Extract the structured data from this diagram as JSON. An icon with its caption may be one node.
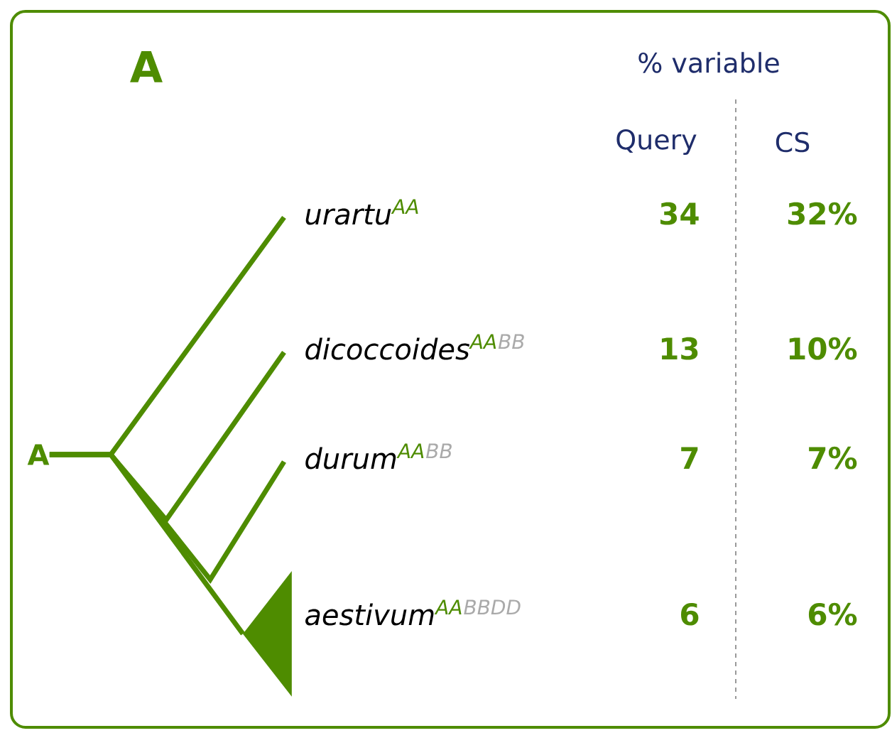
{
  "diagram": {
    "nodes": [
      {
        "text": [
          "A"
        ]
      },
      {
        "text": [
          "urartu",
          "AA"
        ]
      },
      {
        "text": [
          "dicoccoides",
          "AA",
          "BB"
        ]
      },
      {
        "text": [
          "durum",
          "AA",
          "BB"
        ]
      },
      {
        "text": [],
        "shape": "triangle"
      },
      {
        "text": [
          "aestivum",
          "AA",
          "BBDD"
        ]
      }
    ],
    "edges": [
      {
        "from": 0,
        "to": 1,
        "arrow": "none"
      },
      {
        "from": 0,
        "to": 2,
        "arrow": "none"
      },
      {
        "from": 0,
        "to": 3,
        "arrow": "none"
      },
      {
        "from": 0,
        "to": 4,
        "arrow": "none"
      }
    ],
    "labels": [
      "A",
      "% variable",
      "Query",
      "CS",
      "34",
      "32%",
      "13",
      "10%",
      "7",
      "7%",
      "6",
      "6%"
    ]
  }
}
